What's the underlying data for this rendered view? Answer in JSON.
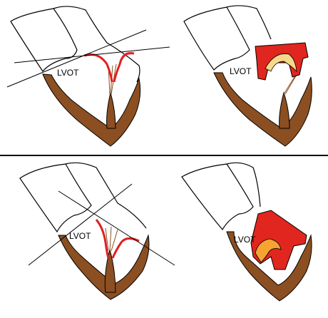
{
  "panels": [
    {
      "id": "top-left",
      "label": "LVOT"
    },
    {
      "id": "top-right",
      "label": "LVOT"
    },
    {
      "id": "bottom-left",
      "label": "LVOT"
    },
    {
      "id": "bottom-right",
      "label": "LVOT"
    }
  ],
  "colors": {
    "myocardium": "#8B4F22",
    "leaflet_line": "#E02020",
    "device_red": "#E0261E",
    "device_inner_top": "#F7D88A",
    "device_inner_bottom": "#F5A331",
    "outline": "#000000"
  }
}
